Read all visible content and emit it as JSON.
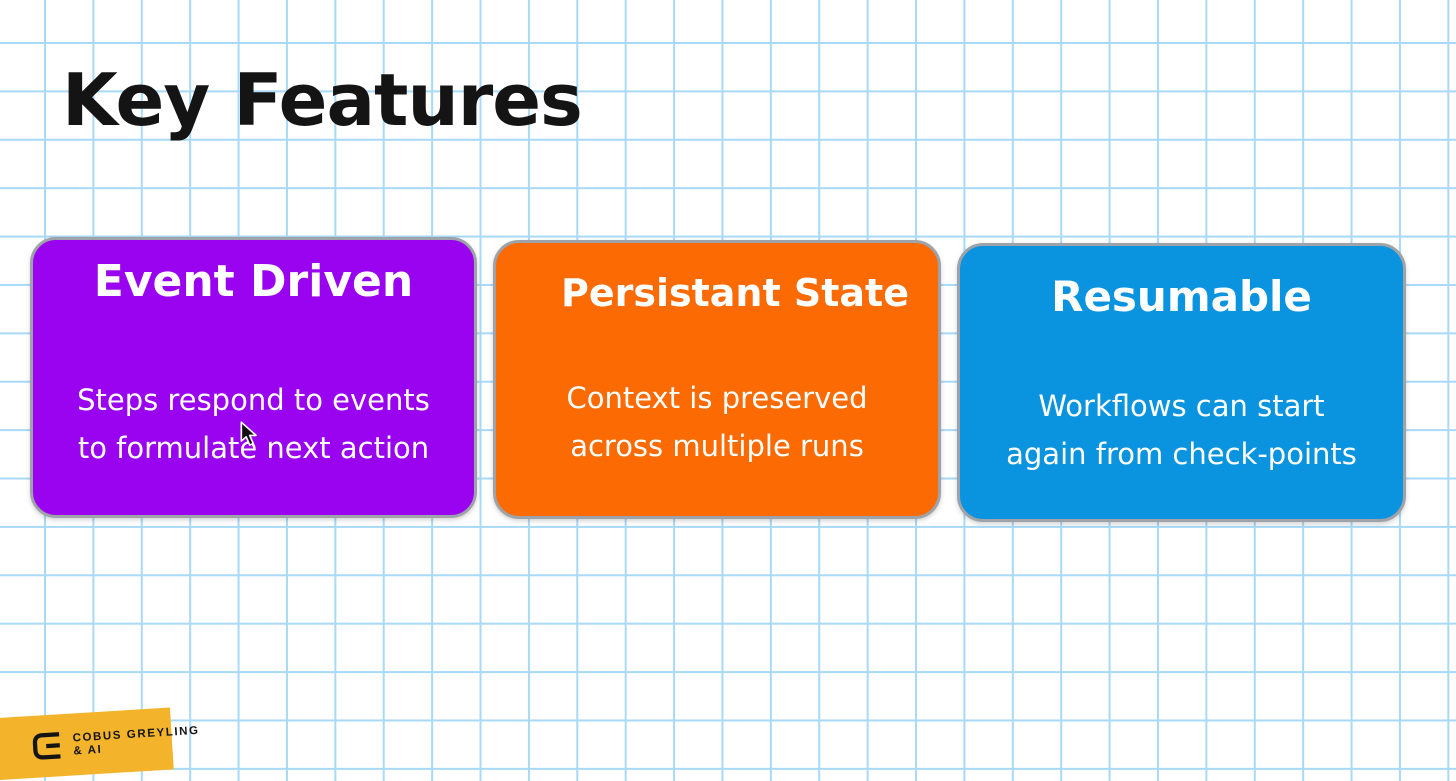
{
  "slide": {
    "title": "Key Features"
  },
  "cards": [
    {
      "id": "event-driven",
      "title": "Event Driven",
      "body_lines": [
        "Steps respond to events",
        "to formulate next action"
      ],
      "color": "#9903EF"
    },
    {
      "id": "persistant-state",
      "title": "Persistant State",
      "body_lines": [
        "Context is preserved",
        "across multiple runs"
      ],
      "color": "#FB6A03"
    },
    {
      "id": "resumable",
      "title": "Resumable",
      "body_lines": [
        "Workflows can start",
        "again from check-points"
      ],
      "color": "#0A93DE"
    }
  ],
  "logo": {
    "line1": "COBUS GREYLING",
    "line2": "& AI",
    "icon": "cobus-greyling-g-icon",
    "bg_color": "#F3B32A"
  },
  "colors": {
    "grid_line": "#A8D9F7",
    "card_border": "#9DA3A8",
    "title_text": "#141414",
    "card_text": "#FFFFFF"
  }
}
